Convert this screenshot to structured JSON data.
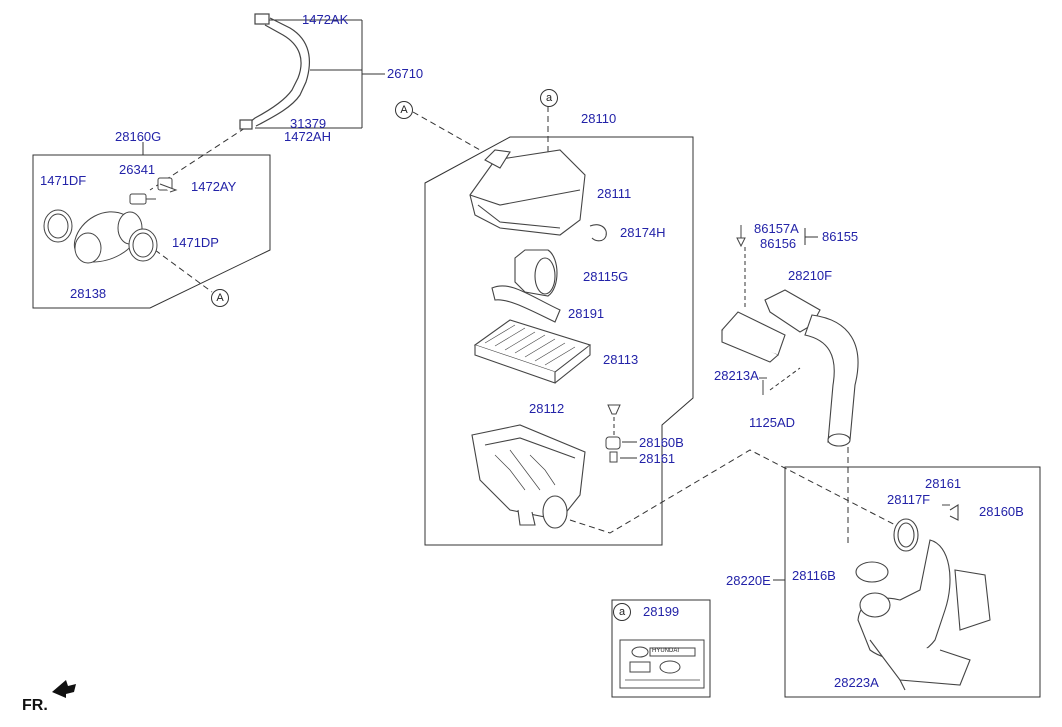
{
  "parts": {
    "p1472AK": "1472AK",
    "p26710": "26710",
    "p31379": "31379",
    "p1472AH": "1472AH",
    "p28160G": "28160G",
    "p26341": "26341",
    "p1471DF": "1471DF",
    "p1472AY": "1472AY",
    "p1471DP": "1471DP",
    "p28138": "28138",
    "p28110": "28110",
    "p28111": "28111",
    "p28174H": "28174H",
    "p28115G": "28115G",
    "p28191": "28191",
    "p28113": "28113",
    "p28112": "28112",
    "p28160B_1": "28160B",
    "p28161_1": "28161",
    "p86157A": "86157A",
    "p86156": "86156",
    "p86155": "86155",
    "p28210F": "28210F",
    "p28213A": "28213A",
    "p1125AD": "1125AD",
    "p28161_2": "28161",
    "p28117F": "28117F",
    "p28160B_2": "28160B",
    "p28220E": "28220E",
    "p28116B": "28116B",
    "p28223A": "28223A",
    "p28199": "28199"
  },
  "refs": {
    "A_top": "A",
    "A_left": "A",
    "a_top": "a",
    "a_label": "a"
  },
  "label": {
    "logo_text": "HYUNDAI"
  },
  "fr_label": "FR.",
  "colors": {
    "part_number": "#2323a8",
    "line": "#333333",
    "part": "#444444"
  }
}
